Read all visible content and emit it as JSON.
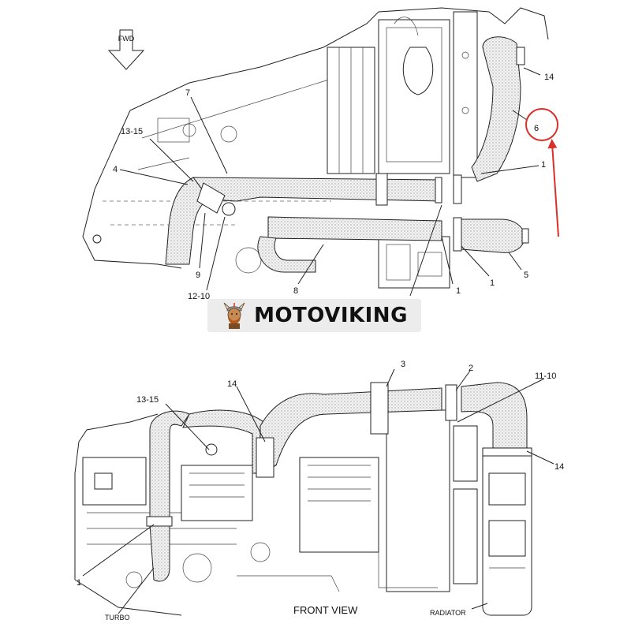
{
  "brand": {
    "name": "MOTOVIKING",
    "logo": "viking-mascot-icon"
  },
  "compass": {
    "label": "FWD"
  },
  "highlight": {
    "label": "6",
    "color": "#d8312a"
  },
  "top_view": {
    "callouts": {
      "c14": "14",
      "c6": "6",
      "c1a": "1",
      "c7": "7",
      "c13_15": "13-15",
      "c4": "4",
      "c9": "9",
      "c12_10": "12-10",
      "c8": "8",
      "c1b": "1",
      "c1c": "1",
      "c5": "5"
    }
  },
  "front_view": {
    "caption": "FRONT VIEW",
    "callouts": {
      "c3": "3",
      "c2": "2",
      "c11_10": "11-10",
      "c14a": "14",
      "c13_15": "13-15",
      "c14b": "14",
      "c1": "1"
    },
    "labels": {
      "turbo": "TURBO",
      "radiator": "RADIATOR"
    }
  }
}
